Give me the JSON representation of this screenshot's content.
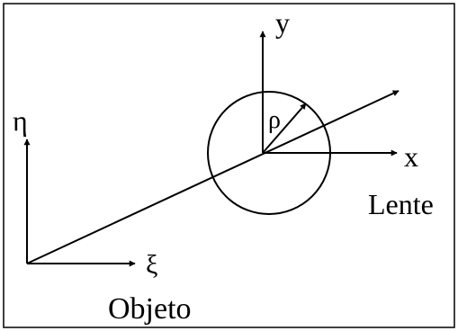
{
  "labels": {
    "eta": "η",
    "xi": "ξ",
    "objeto": "Objeto",
    "y": "y",
    "x": "x",
    "rho": "ρ",
    "lente": "Lente"
  },
  "colors": {
    "stroke": "#000000",
    "background": "#ffffff"
  }
}
